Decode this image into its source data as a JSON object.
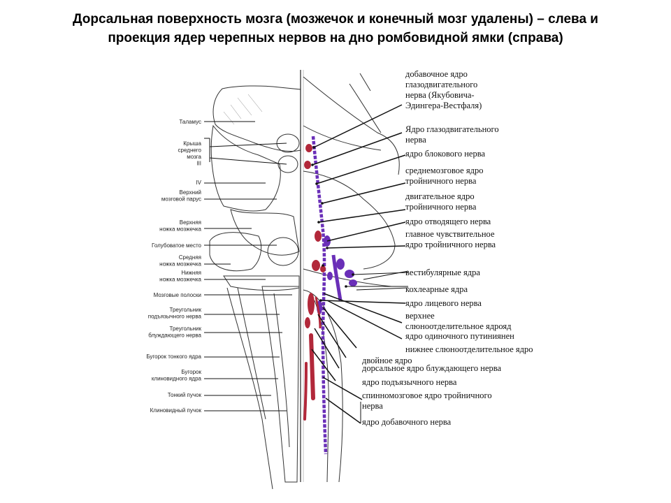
{
  "title": {
    "line1": "Дорсальная поверхность мозга (мозжечок и конечный мозг удалены) – слева и",
    "line2": "проекция ядер черепных нервов на дно ромбовидной ямки (справа)"
  },
  "left_labels": [
    [
      "Таламус"
    ],
    [
      "Крыша",
      "среднего",
      "мозга",
      "III"
    ],
    [
      "IV"
    ],
    [
      "Верхний",
      "мозговой парус"
    ],
    [
      "Верхняя",
      "ножка мозжечка"
    ],
    [
      "Голубоватое место"
    ],
    [
      "Средняя",
      "ножка мозжечка"
    ],
    [
      "Нижняя",
      "ножка мозжечка"
    ],
    [
      "Мозговые полоски"
    ],
    [
      "Треугольник",
      "подъязычного нерва"
    ],
    [
      "Треугольник",
      "блуждающего нерва"
    ],
    [
      "Бугорок тонкого ядра"
    ],
    [
      "Бугорок",
      "клиновидного ядра"
    ],
    [
      "Тонкий пучок"
    ],
    [
      "Клиновидный пучок"
    ]
  ],
  "right_labels": [
    [
      "добавочное ядро",
      "глазодвигательного",
      "нерва (Якубовича-",
      "Эдингера-Вестфаля)"
    ],
    [
      "Ядро глазодвигательного",
      "нерва"
    ],
    [
      "ядро блокового нерва"
    ],
    [
      "среднемозговое ядро",
      "тройничного нерва"
    ],
    [
      "двигательное ядро",
      "тройничного нерва"
    ],
    [
      "ядро отводящего нерва"
    ],
    [
      "главное чувствительное",
      "ядро тройничного нерва"
    ],
    [
      "вестибулярные ядра"
    ],
    [
      "кохлеарные ядра"
    ],
    [
      "ядро лицевого нерва"
    ],
    [
      "верхнее",
      "слюноотделительное ядрояд"
    ],
    [
      "ядро одиночного путиниянен"
    ],
    [
      "нижнее слюноотделительное ядро"
    ],
    [
      "двойное ядро"
    ],
    [
      "дорсальное ядро блуждающего нерва"
    ],
    [
      "ядро подъязычного нерва"
    ],
    [
      "спинномозговое ядро тройничного",
      "нерва"
    ],
    [
      "ядро добавочного нерва"
    ]
  ],
  "colors": {
    "motor_nuclei": "#b2283a",
    "sensory_nuclei": "#6a2fb8",
    "lines": "#111111"
  }
}
